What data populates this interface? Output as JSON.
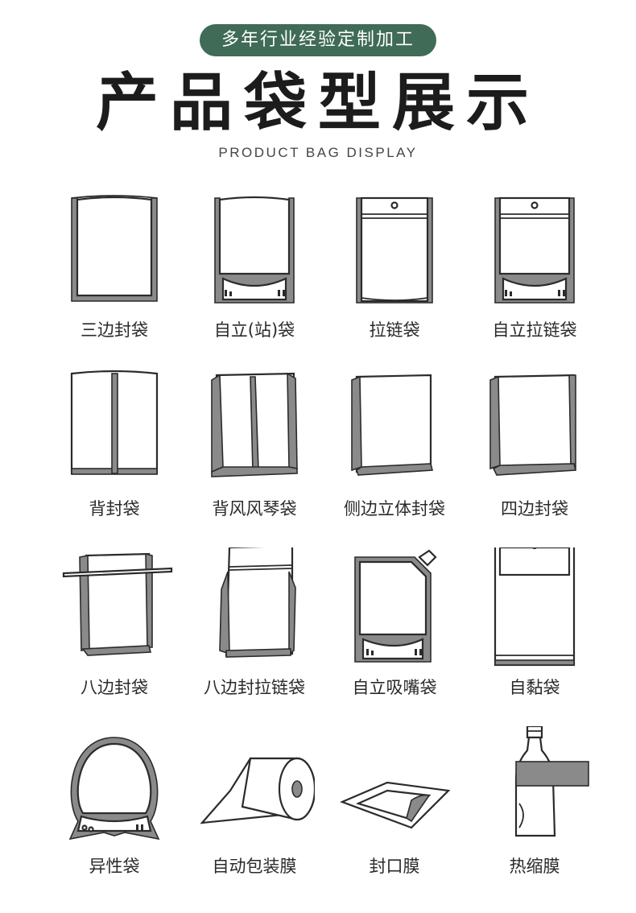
{
  "header": {
    "badge": "多年行业经验定制加工",
    "title": "产品袋型展示",
    "subtitle": "PRODUCT BAG DISPLAY"
  },
  "colors": {
    "badge_bg": "#3f6b57",
    "seal_gray": "#8a8a8a"
  },
  "rows": [
    {
      "items": [
        {
          "icon": "three-side-seal-bag-icon",
          "label": "三边封袋"
        },
        {
          "icon": "stand-up-bag-icon",
          "label": "自立(站)袋"
        },
        {
          "icon": "zipper-bag-icon",
          "label": "拉链袋"
        },
        {
          "icon": "stand-up-zipper-bag-icon",
          "label": "自立拉链袋"
        }
      ]
    },
    {
      "items": [
        {
          "icon": "back-seal-bag-icon",
          "label": "背封袋"
        },
        {
          "icon": "back-seal-gusset-bag-icon",
          "label": "背风风琴袋"
        },
        {
          "icon": "side-gusset-bag-icon",
          "label": "侧边立体封袋"
        },
        {
          "icon": "four-side-seal-bag-icon",
          "label": "四边封袋"
        }
      ]
    },
    {
      "items": [
        {
          "icon": "eight-side-seal-bag-icon",
          "label": "八边封袋"
        },
        {
          "icon": "eight-side-zipper-bag-icon",
          "label": "八边封拉链袋"
        },
        {
          "icon": "spout-pouch-icon",
          "label": "自立吸嘴袋"
        },
        {
          "icon": "self-adhesive-bag-icon",
          "label": "自黏袋"
        }
      ]
    },
    {
      "items": [
        {
          "icon": "shaped-bag-icon",
          "label": "异性袋"
        },
        {
          "icon": "film-roll-icon",
          "label": "自动包装膜"
        },
        {
          "icon": "sealing-film-icon",
          "label": "封口膜"
        },
        {
          "icon": "shrink-film-bottle-icon",
          "label": "热缩膜"
        }
      ]
    }
  ]
}
